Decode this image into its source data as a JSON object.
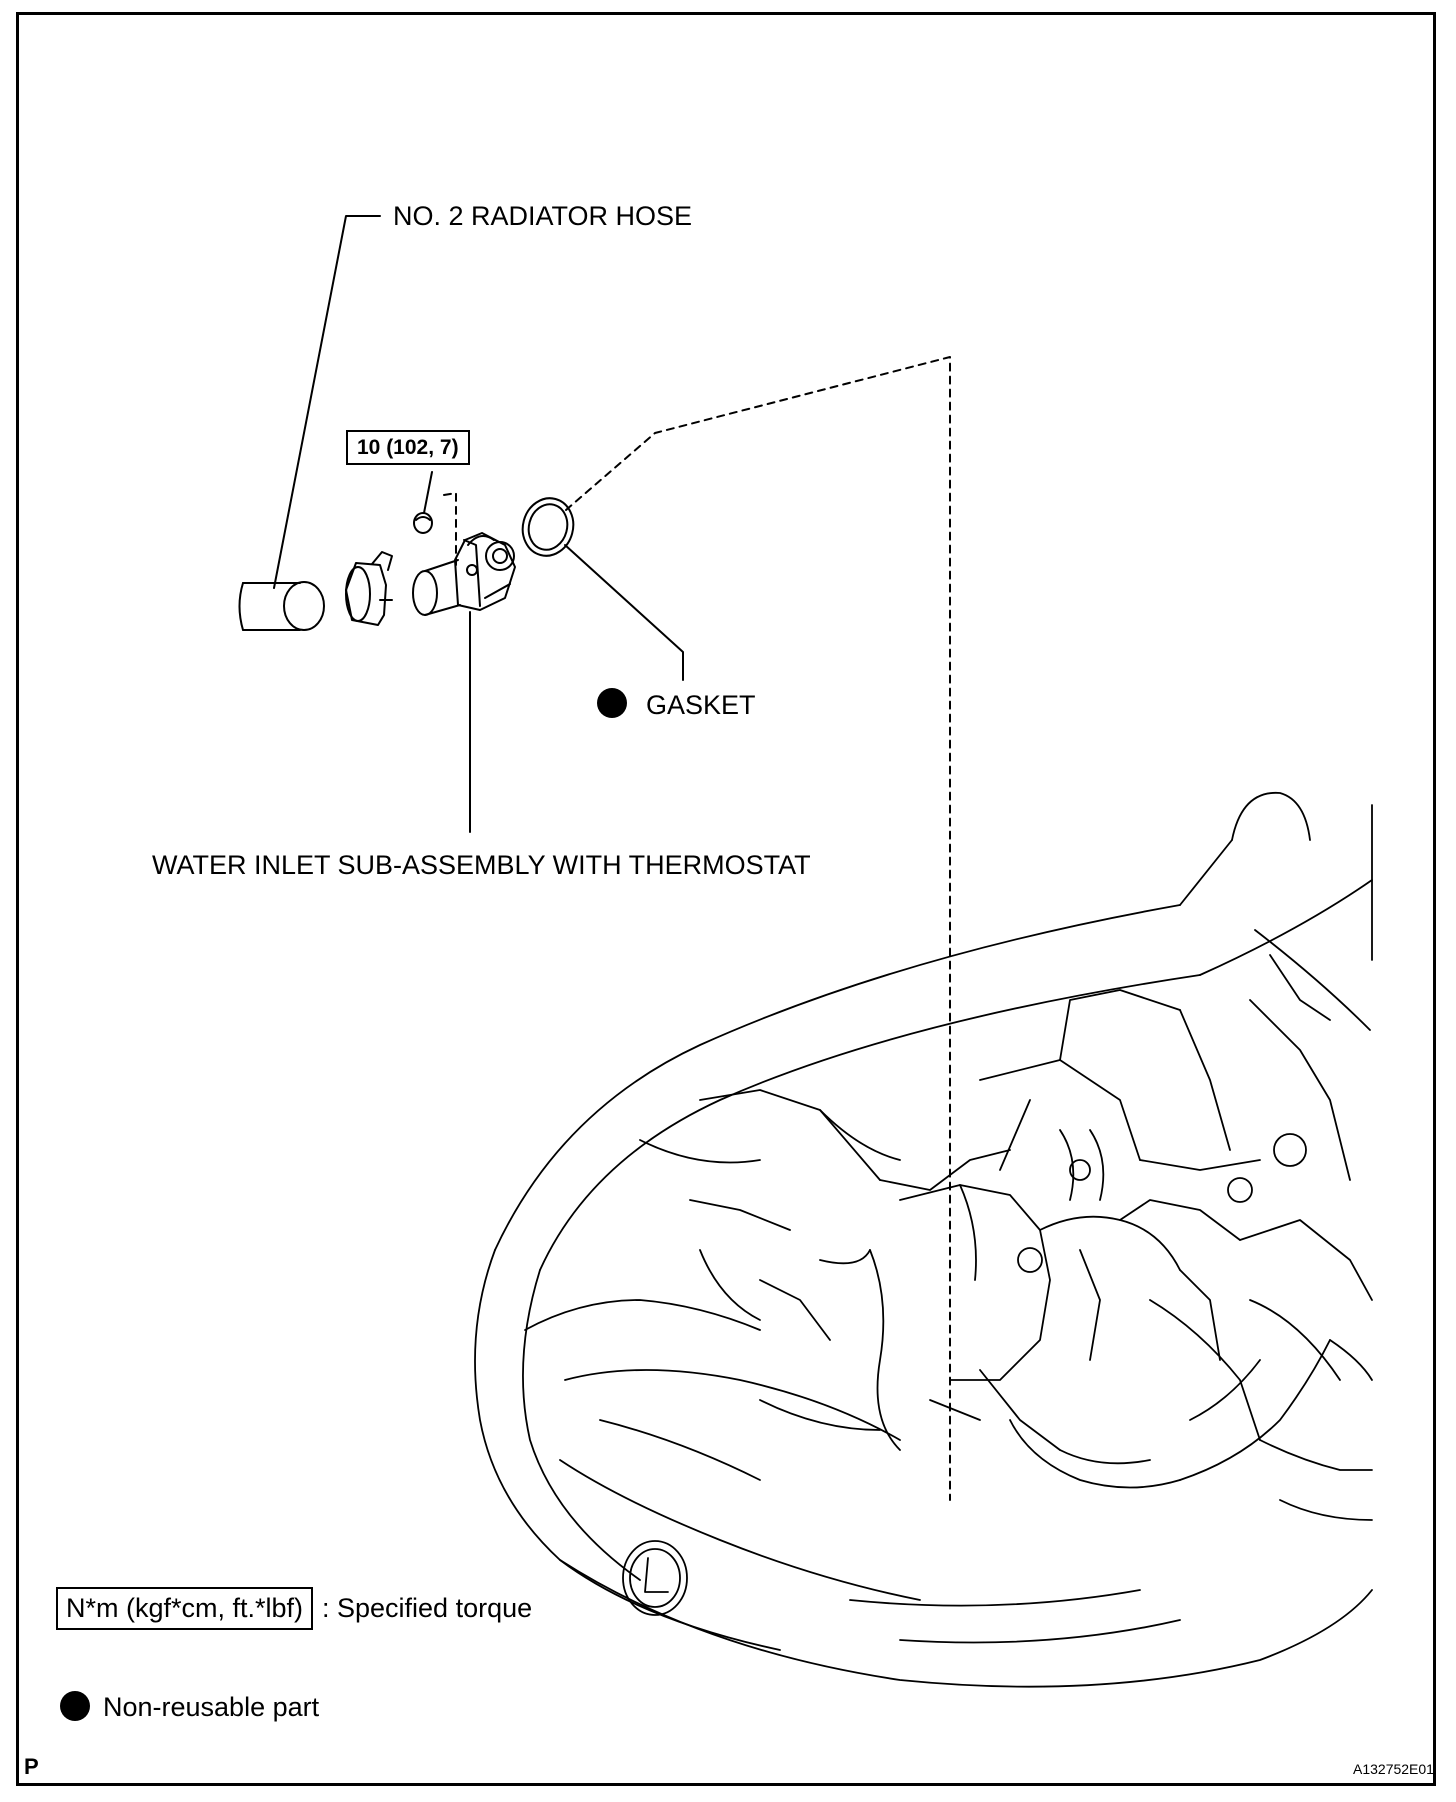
{
  "labels": {
    "radiator_hose": "NO. 2 RADIATOR HOSE",
    "torque_spec": "10 (102, 7)",
    "gasket": "GASKET",
    "water_inlet": "WATER INLET SUB-ASSEMBLY WITH THERMOSTAT"
  },
  "legend": {
    "torque_box": "N*m (kgf*cm, ft.*lbf)",
    "torque_text": ": Specified torque",
    "nonreusable_text": "Non-reusable part"
  },
  "corner": {
    "page_letter": "P",
    "figure_code": "A132752E01"
  },
  "icons": {
    "nonreusable_marker": "filled-circle-icon"
  },
  "colors": {
    "line": "#000000",
    "background": "#ffffff"
  }
}
